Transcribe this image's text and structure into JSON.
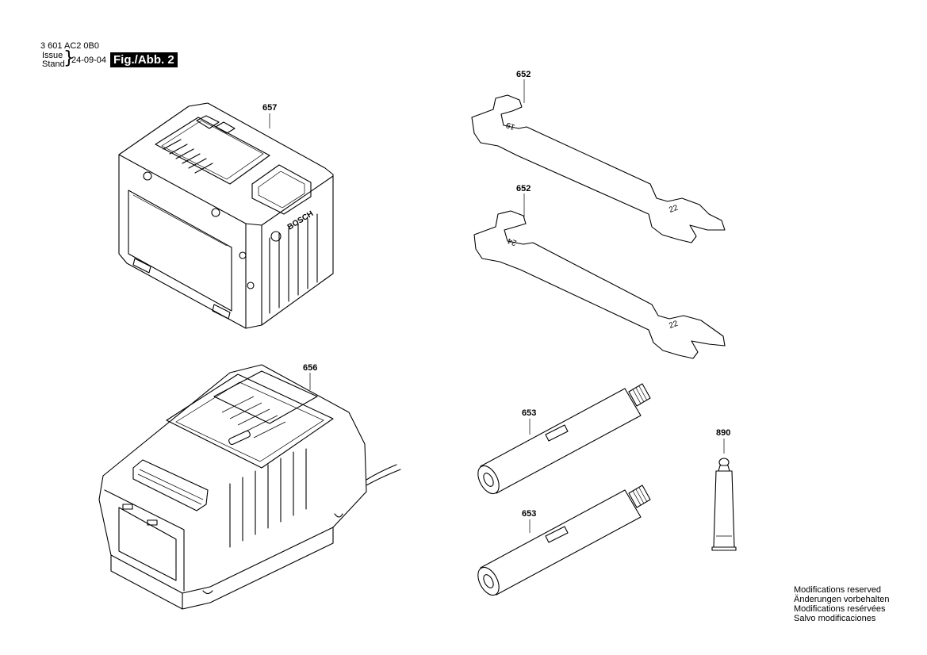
{
  "header": {
    "doc_number": "3 601 AC2 0B0",
    "issue_label_line1": "Issue",
    "issue_label_line2": "Stand",
    "issue_date": "24-09-04",
    "figure_label": "Fig./Abb. 2"
  },
  "parts": [
    {
      "id": "battery",
      "callout": "657"
    },
    {
      "id": "charger",
      "callout": "656"
    },
    {
      "id": "wrench-1",
      "callout": "652"
    },
    {
      "id": "wrench-2",
      "callout": "652"
    },
    {
      "id": "extension-rod-1",
      "callout": "653"
    },
    {
      "id": "extension-rod-2",
      "callout": "653"
    },
    {
      "id": "grease-tube",
      "callout": "890"
    }
  ],
  "notes": [
    "Modifications reserved",
    "Änderungen vorbehalten",
    "Modifications resérvées",
    "Salvo modificaciones"
  ]
}
